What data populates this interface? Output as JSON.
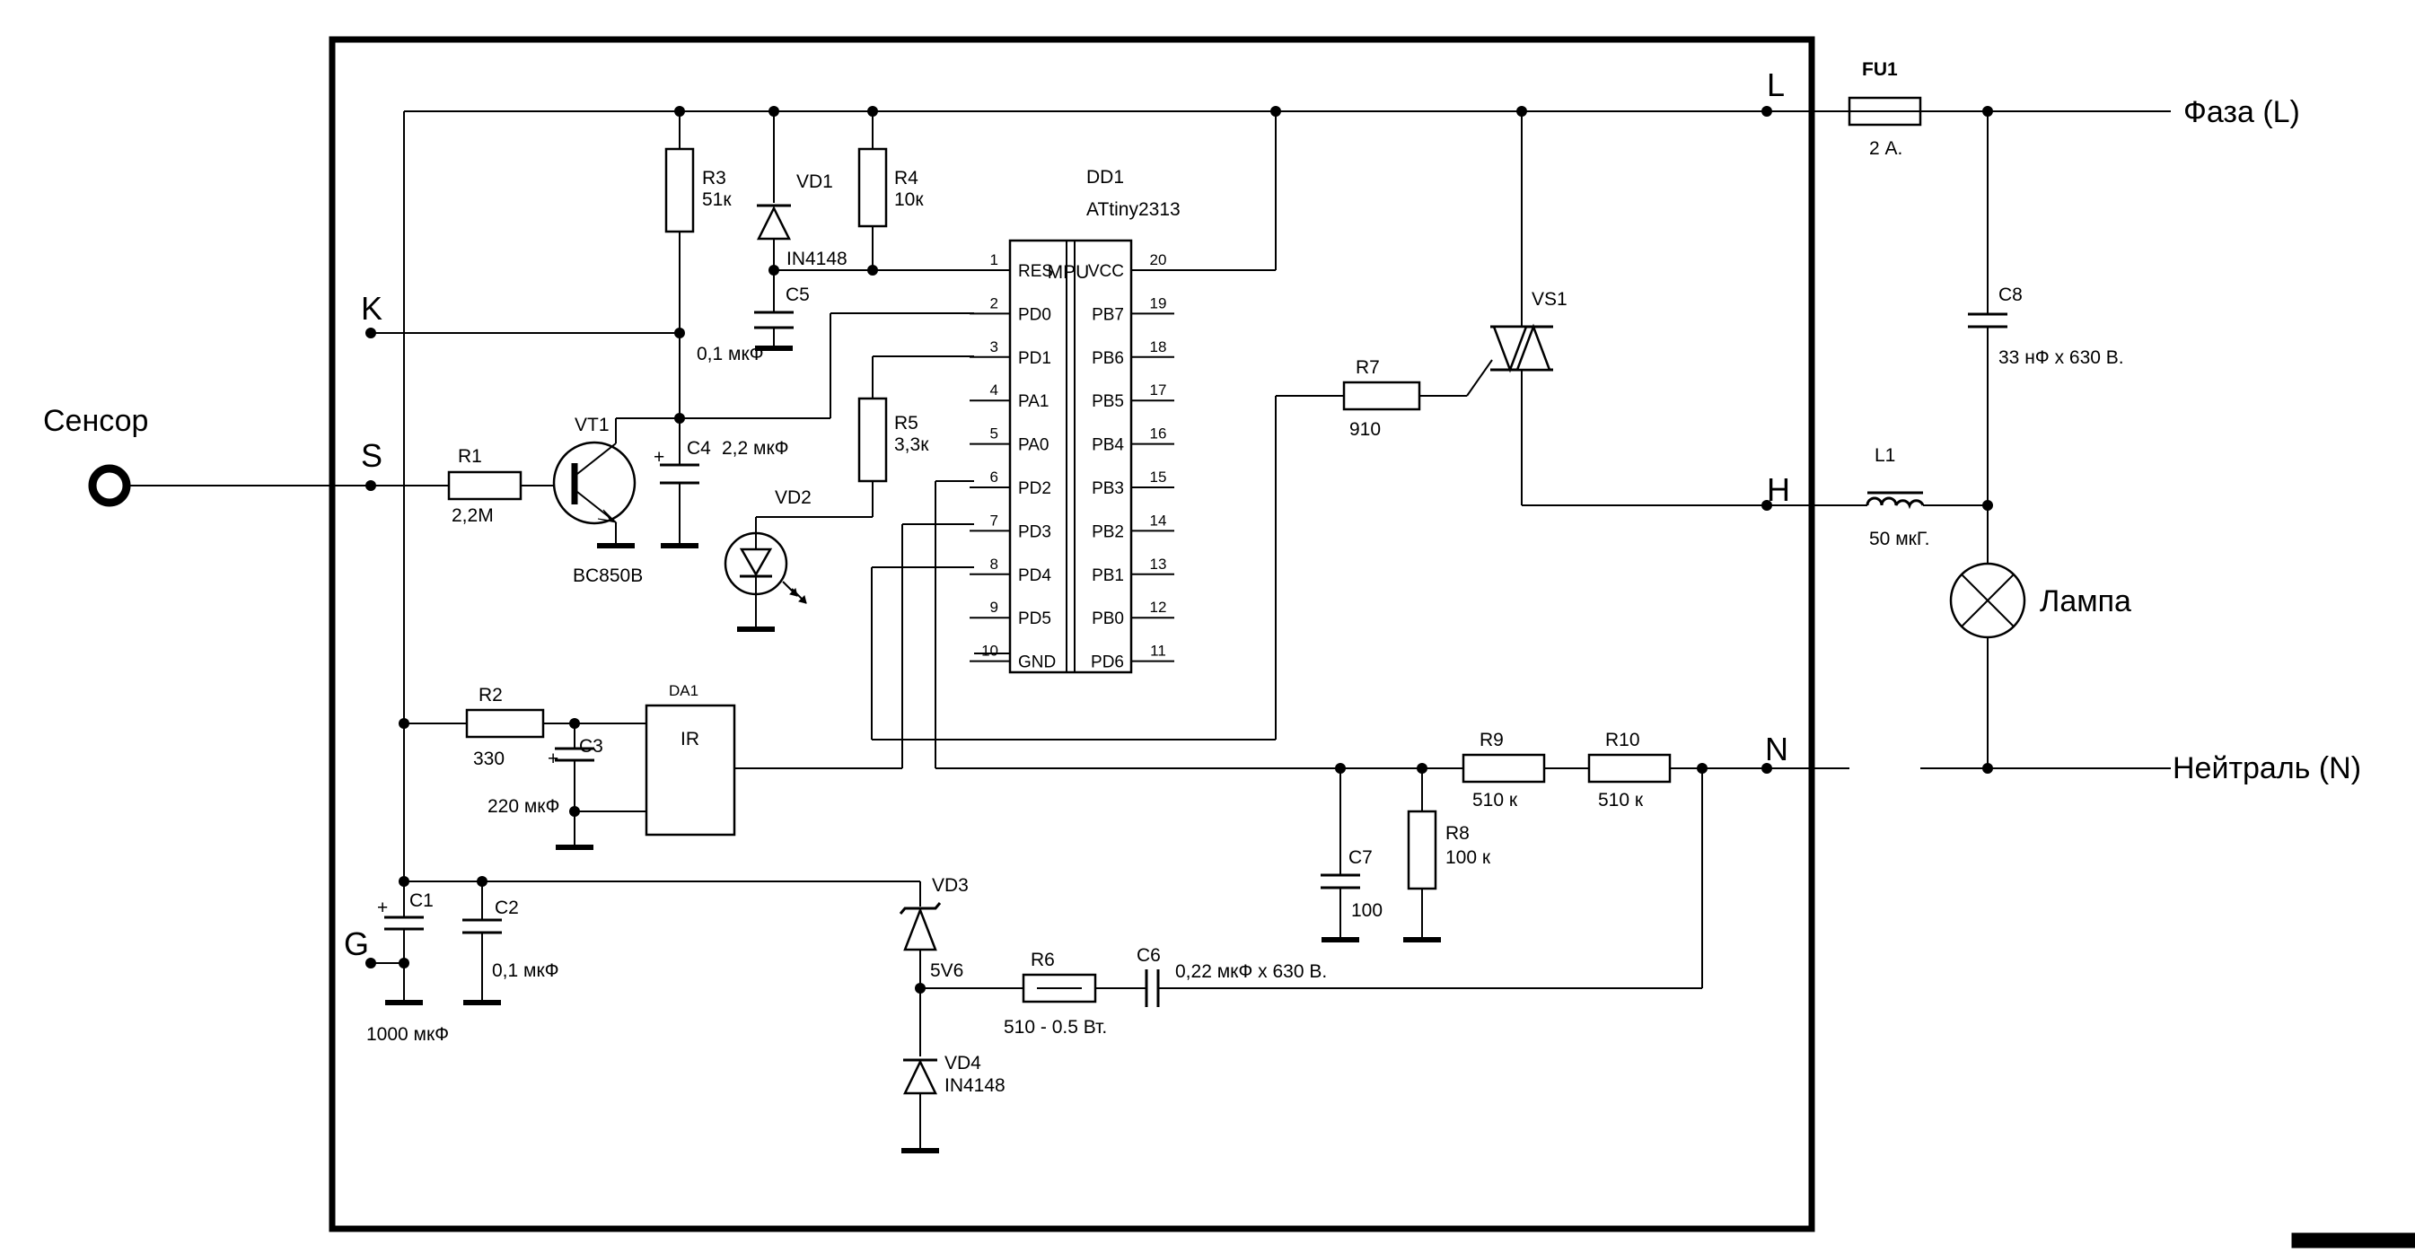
{
  "ext": {
    "sensor": "Сенсор",
    "phase": "Фаза (L)",
    "neutral": "Нейтраль (N)",
    "lamp": "Лампа"
  },
  "terminals": {
    "L": "L",
    "H": "H",
    "N": "N",
    "K": "K",
    "S": "S",
    "G": "G"
  },
  "components": {
    "R1": {
      "ref": "R1",
      "val": "2,2M"
    },
    "R2": {
      "ref": "R2",
      "val": "330"
    },
    "R3": {
      "ref": "R3",
      "val": "51к"
    },
    "R4": {
      "ref": "R4",
      "val": "10к"
    },
    "R5": {
      "ref": "R5",
      "val": "3,3к"
    },
    "R6": {
      "ref": "R6",
      "val": "510 - 0.5 Вт."
    },
    "R7": {
      "ref": "R7",
      "val": "910"
    },
    "R8": {
      "ref": "R8",
      "val": "100 к"
    },
    "R9": {
      "ref": "R9",
      "val": "510 к"
    },
    "R10": {
      "ref": "R10",
      "val": "510 к"
    },
    "C1": {
      "ref": "C1",
      "val": "1000 мкФ"
    },
    "C2": {
      "ref": "C2",
      "val": "0,1 мкФ"
    },
    "C3": {
      "ref": "C3",
      "val": "220 мкФ"
    },
    "C4": {
      "ref": "C4",
      "val": "2,2 мкФ"
    },
    "C5": {
      "ref": "C5",
      "val": "0,1 мкФ"
    },
    "C6": {
      "ref": "C6",
      "val": "0,22 мкФ х 630 В."
    },
    "C7": {
      "ref": "C7",
      "val": "100"
    },
    "C8": {
      "ref": "C8",
      "val": "33 нФ х 630 В."
    },
    "VD1": {
      "ref": "VD1",
      "val": "IN4148"
    },
    "VD2": {
      "ref": "VD2"
    },
    "VD3": {
      "ref": "VD3",
      "val": "5V6"
    },
    "VD4": {
      "ref": "VD4",
      "val": "IN4148"
    },
    "VT1": {
      "ref": "VT1",
      "val": "BC850B"
    },
    "VS1": {
      "ref": "VS1"
    },
    "FU1": {
      "ref": "FU1",
      "val": "2 А."
    },
    "L1": {
      "ref": "L1",
      "val": "50 мкГ."
    },
    "DA1": {
      "ref": "DA1",
      "val": "IR"
    }
  },
  "mcu": {
    "ref": "DD1",
    "type": "ATtiny2313",
    "core": "MPU",
    "left_pins": [
      {
        "num": "1",
        "name": "RES"
      },
      {
        "num": "2",
        "name": "PD0"
      },
      {
        "num": "3",
        "name": "PD1"
      },
      {
        "num": "4",
        "name": "PA1"
      },
      {
        "num": "5",
        "name": "PA0"
      },
      {
        "num": "6",
        "name": "PD2"
      },
      {
        "num": "7",
        "name": "PD3"
      },
      {
        "num": "8",
        "name": "PD4"
      },
      {
        "num": "9",
        "name": "PD5"
      },
      {
        "num": "10",
        "name": "GND"
      }
    ],
    "right_pins": [
      {
        "num": "20",
        "name": "VCC"
      },
      {
        "num": "19",
        "name": "PB7"
      },
      {
        "num": "18",
        "name": "PB6"
      },
      {
        "num": "17",
        "name": "PB5"
      },
      {
        "num": "16",
        "name": "PB4"
      },
      {
        "num": "15",
        "name": "PB3"
      },
      {
        "num": "14",
        "name": "PB2"
      },
      {
        "num": "13",
        "name": "PB1"
      },
      {
        "num": "12",
        "name": "PB0"
      },
      {
        "num": "11",
        "name": "PD6"
      }
    ]
  }
}
